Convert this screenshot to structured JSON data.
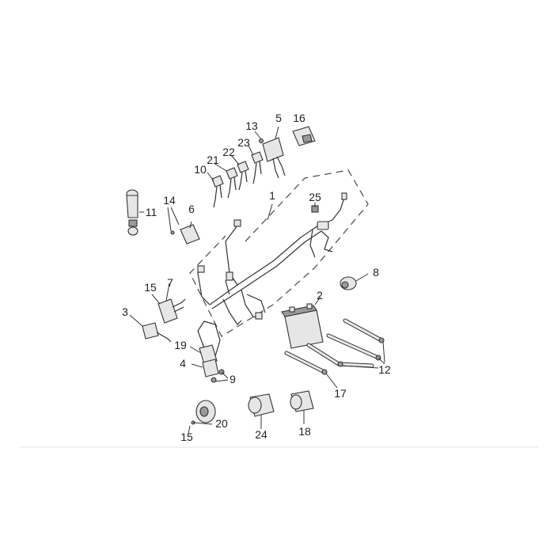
{
  "callouts": {
    "c1": "1",
    "c2": "2",
    "c3": "3",
    "c4": "4",
    "c5": "5",
    "c6": "6",
    "c7": "7",
    "c8": "8",
    "c9": "9",
    "c10": "10",
    "c11": "11",
    "c12": "12",
    "c13": "13",
    "c14": "14",
    "c15a": "15",
    "c15b": "15",
    "c16": "16",
    "c17": "17",
    "c18": "18",
    "c19": "19",
    "c20": "20",
    "c21": "21",
    "c22": "22",
    "c23": "23",
    "c24": "24",
    "c25": "25"
  }
}
